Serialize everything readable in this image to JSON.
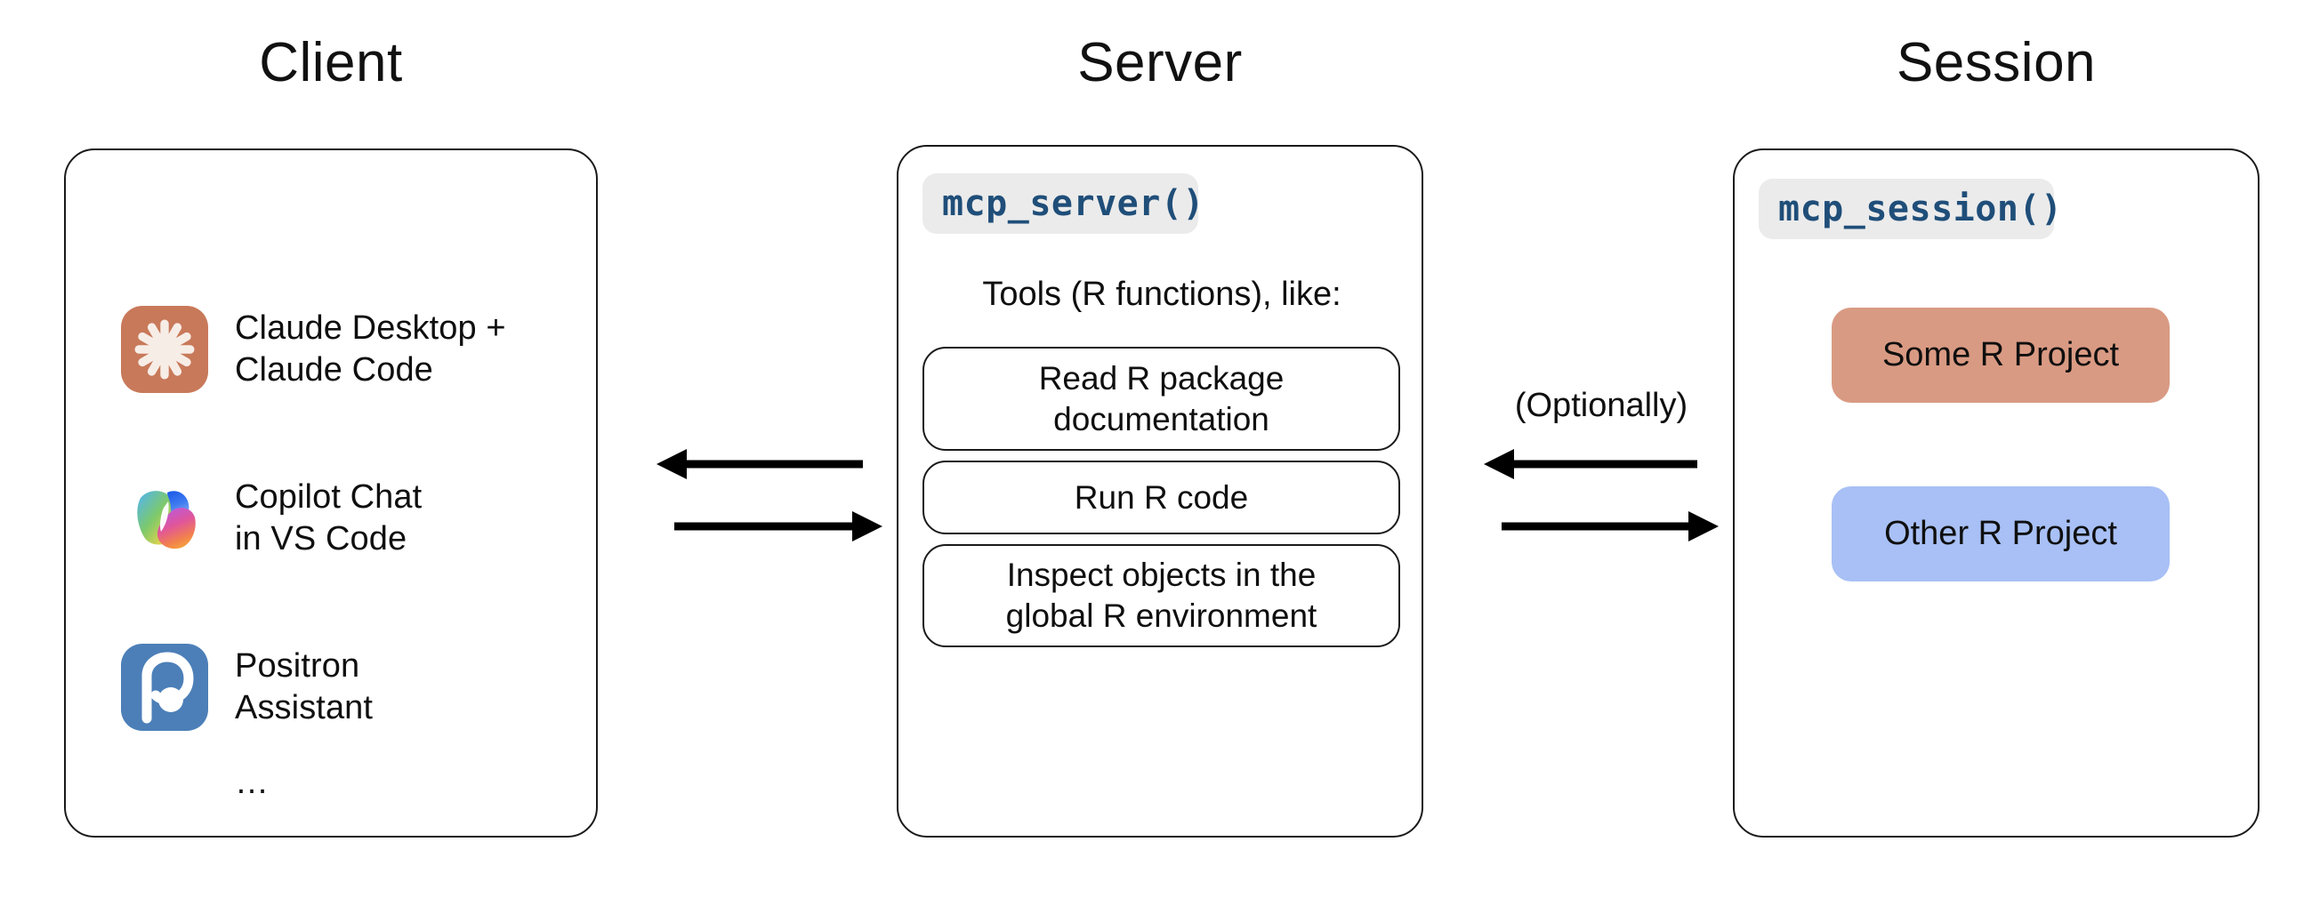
{
  "columns": [
    {
      "title": "Client"
    },
    {
      "title": "Server"
    },
    {
      "title": "Session"
    }
  ],
  "client": {
    "title": "Client",
    "items": [
      {
        "icon": "claude-icon",
        "label": "Claude Desktop +\nClaude Code"
      },
      {
        "icon": "copilot-icon",
        "label": "Copilot Chat\nin VS Code"
      },
      {
        "icon": "positron-icon",
        "label": "Positron\nAssistant"
      }
    ],
    "ellipsis": "…"
  },
  "server": {
    "title": "Server",
    "code_chip": "mcp_server()",
    "tools_caption": "Tools (R functions), like:",
    "tools": [
      {
        "label": "Read R package\ndocumentation"
      },
      {
        "label": "Run R code"
      },
      {
        "label": "Inspect objects in the\nglobal R environment"
      }
    ]
  },
  "session": {
    "title": "Session",
    "code_chip": "mcp_session()",
    "projects": [
      {
        "label": "Some R Project",
        "color": "#D99A83"
      },
      {
        "label": "Other R Project",
        "color": "#A8C0F5"
      }
    ]
  },
  "connectors": {
    "client_server": {
      "top_arrow_direction": "left",
      "bottom_arrow_direction": "right",
      "label": ""
    },
    "server_session": {
      "top_arrow_direction": "left",
      "bottom_arrow_direction": "right",
      "label": "(Optionally)"
    }
  },
  "colors": {
    "claude_icon_bg": "#C8795A",
    "claude_icon_fg": "#F7EDE7",
    "positron_icon_bg": "#4C7FB8",
    "positron_icon_fg": "#FFFFFF",
    "code_chip_bg": "#EBEBEB",
    "code_text": "#1F4E79",
    "some_project": "#D99A83",
    "other_project": "#A8C0F5",
    "stroke": "#1A1A1A",
    "background": "#FFFFFF"
  }
}
